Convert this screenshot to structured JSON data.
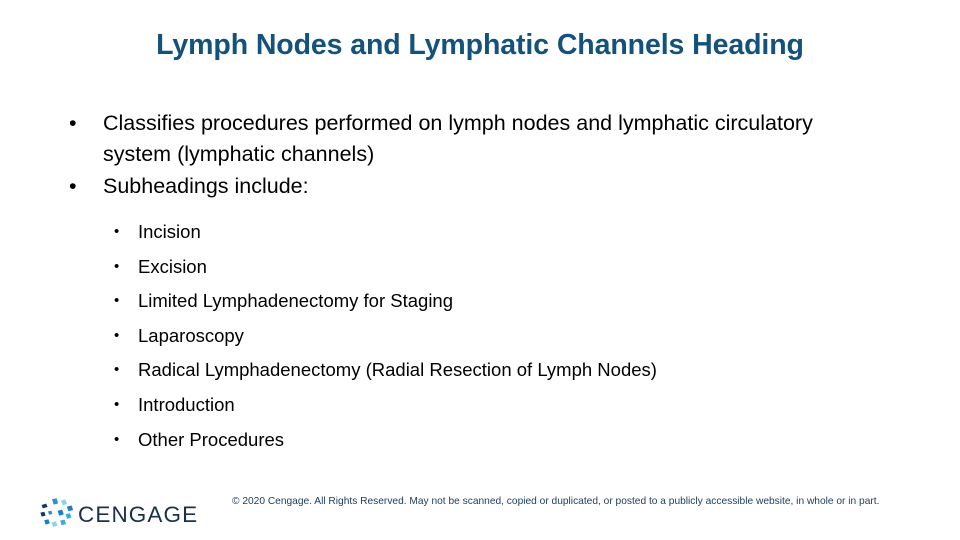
{
  "slide": {
    "title": "Lymph Nodes and Lymphatic Channels Heading",
    "background_color": "#ffffff",
    "title_color": "#13527A",
    "body_text_color": "#000000"
  },
  "content": {
    "bullets": [
      {
        "text": "Classifies procedures performed on lymph nodes and lymphatic circulatory system (lymphatic channels)",
        "marker": "•"
      },
      {
        "text": "Subheadings include:",
        "marker": "•"
      }
    ],
    "sub_bullets": [
      {
        "text": "Incision",
        "marker": "•"
      },
      {
        "text": "Excision",
        "marker": "•"
      },
      {
        "text": "Limited Lymphadenectomy for Staging",
        "marker": "•"
      },
      {
        "text": "Laparoscopy",
        "marker": "•"
      },
      {
        "text": "Radical Lymphadenectomy (Radial Resection of Lymph Nodes)",
        "marker": "•"
      },
      {
        "text": "Introduction",
        "marker": "•"
      },
      {
        "text": "Other Procedures",
        "marker": "•"
      }
    ]
  },
  "footer": {
    "copyright": "© 2020 Cengage. All Rights Reserved. May not be scanned, copied or duplicated, or posted to a publicly accessible website, in whole or in part.",
    "copyright_color": "#1F3A5F",
    "logo": {
      "wordmark": "CENGAGE",
      "wordmark_color": "#1B2F4E",
      "mark_colors": [
        "#123A5E",
        "#1B7FC4",
        "#3FA9DC",
        "#8ED2F0",
        "#2E8FCB"
      ]
    }
  }
}
